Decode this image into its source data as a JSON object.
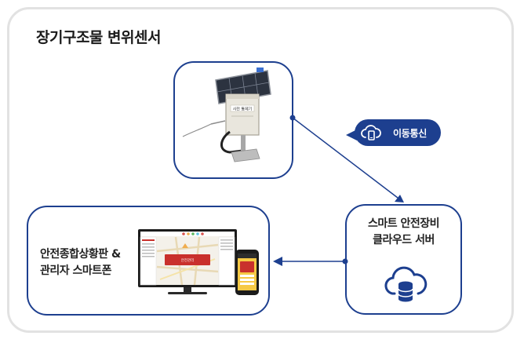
{
  "title": "장기구조물 변위센서",
  "comm_badge": {
    "label": "이동통신",
    "icon": "cloud-phone-icon"
  },
  "server": {
    "line1": "스마트 안전장비",
    "line2": "클라우드 서버",
    "icon": "cloud-database-icon"
  },
  "dashboard": {
    "line1": "안전종합상황판 &",
    "line2": "관리자 스마트폰"
  },
  "sensor_device": {
    "panel_label": "사전 통제기"
  },
  "screen": {
    "alert_text": "안전관리"
  },
  "colors": {
    "accent": "#1d3f8f",
    "border_outer": "#e2e2e2"
  }
}
